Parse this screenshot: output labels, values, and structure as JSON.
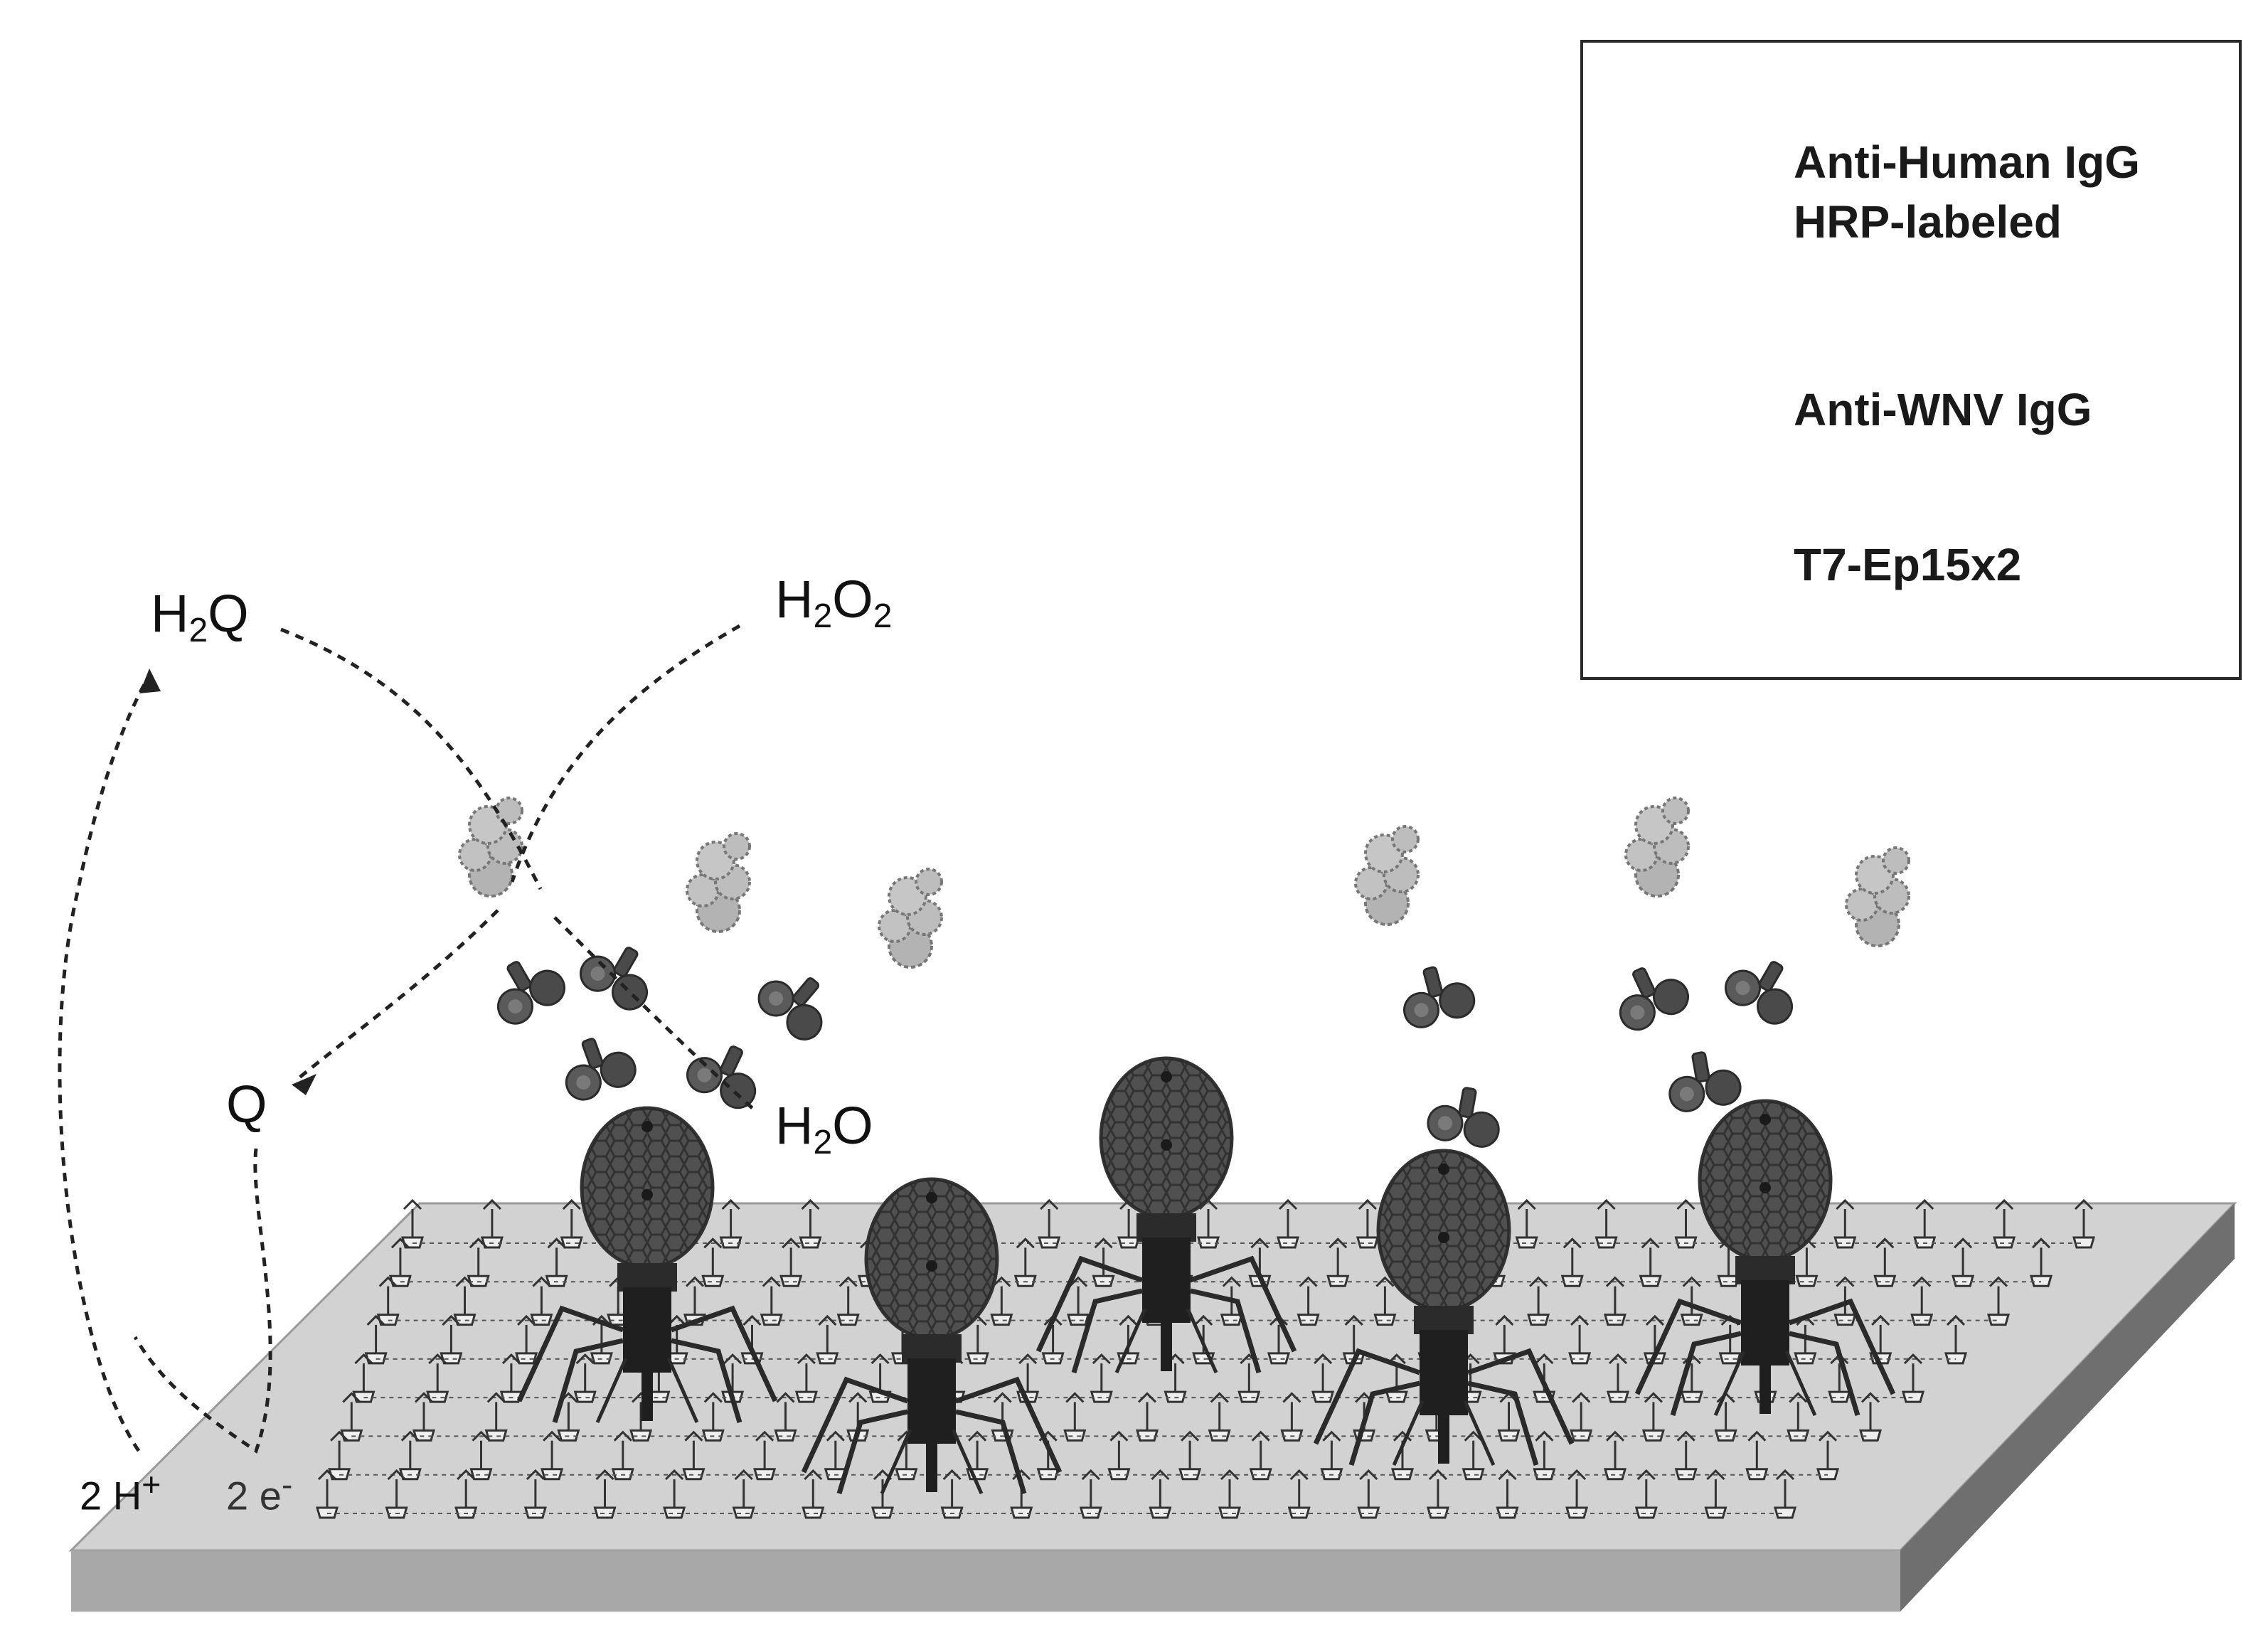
{
  "legend": {
    "hrp_line1": "Anti-Human IgG",
    "hrp_line2": "HRP-labeled",
    "anti_wnv": "Anti-WNV IgG",
    "t7": "T7-Ep15x2"
  },
  "labels": {
    "h2q_main": "H",
    "h2q_sub": "2",
    "h2q_tail": "Q",
    "h2o2_main": "H",
    "h2o2_sub": "2",
    "h2o2_mid": "O",
    "h2o2_sub2": "2",
    "q": "Q",
    "h2o_main": "H",
    "h2o_sub": "2",
    "h2o_tail": "O",
    "protons_num": "2 H",
    "protons_sup": "+",
    "electrons_num": "2 e",
    "electrons_sup": "-"
  },
  "colors": {
    "platform_top": "#d2d2d2",
    "platform_front": "#a8a8a8",
    "platform_side": "#6f6f6f",
    "phage_head": "#5a5a5a",
    "antibody": "#4a4a4a",
    "hrp": "#9a9a9a",
    "line": "#222222"
  }
}
